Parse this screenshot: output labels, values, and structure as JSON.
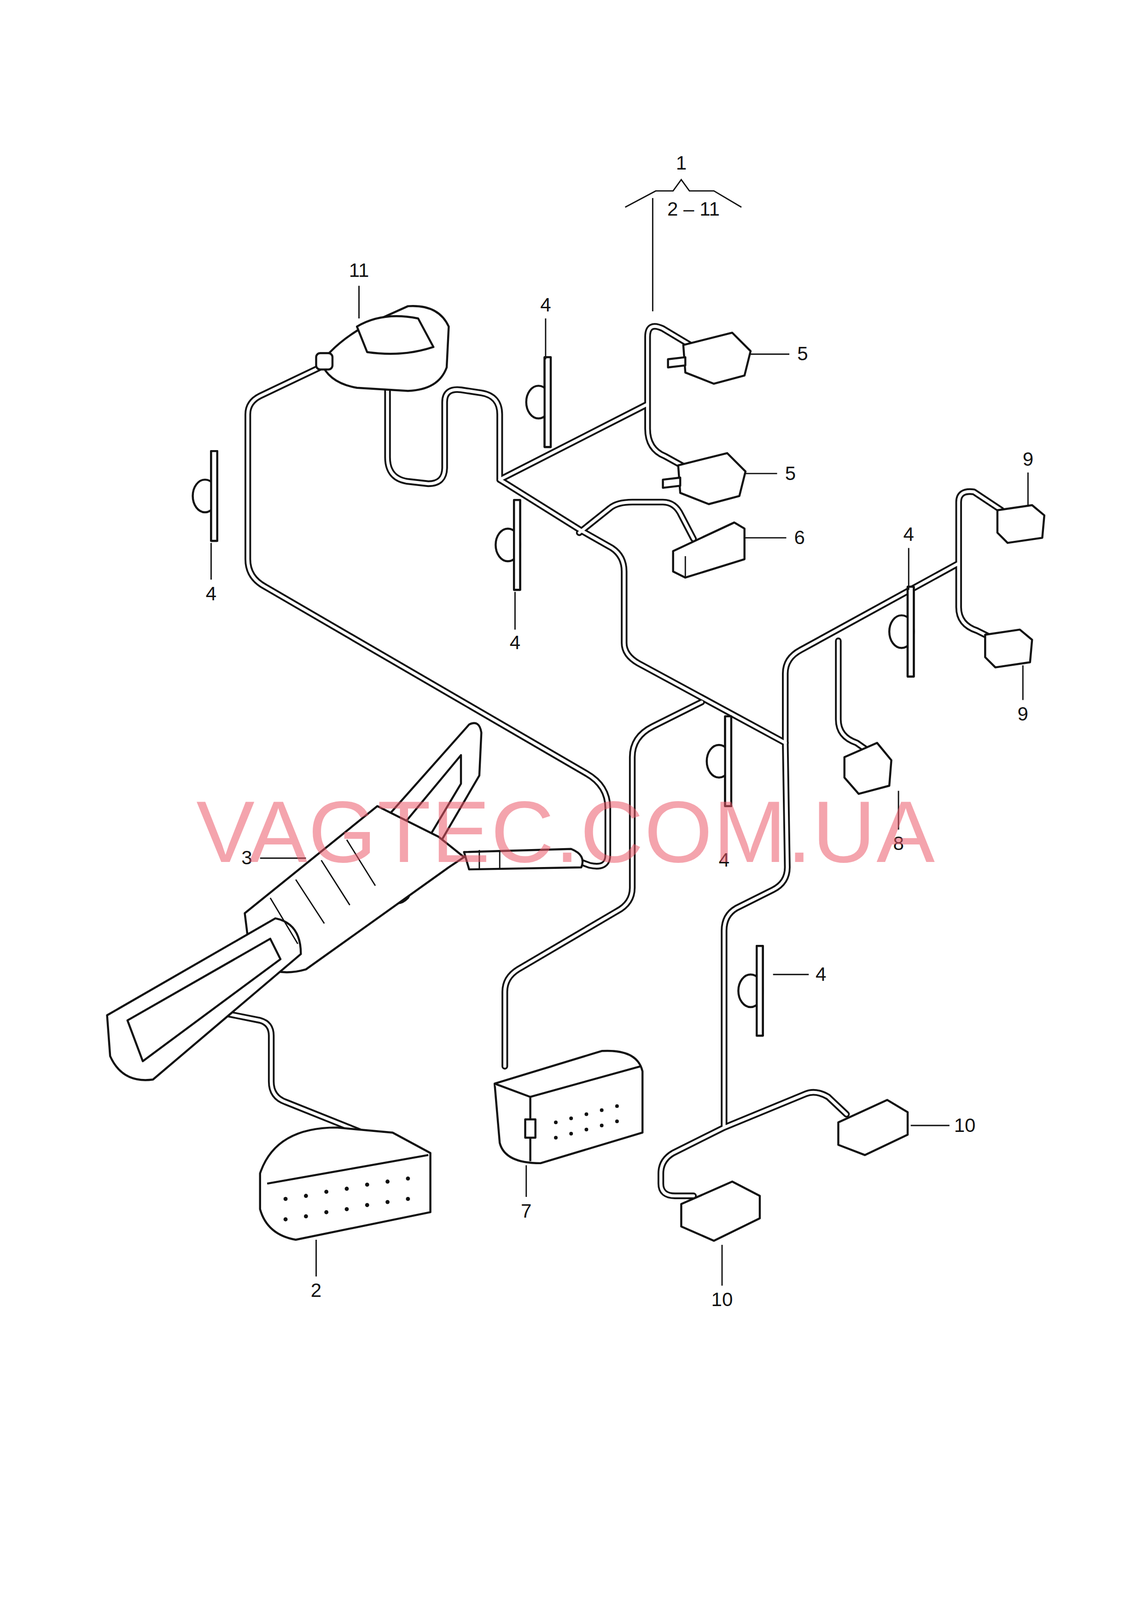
{
  "diagram": {
    "labels": [
      "1",
      "2 – 11",
      "11",
      "4",
      "5",
      "5",
      "9",
      "6",
      "4",
      "4",
      "4",
      "9",
      "VAGTEC.COM.UA",
      "3",
      "8",
      "4",
      "4",
      "10",
      "7",
      "2",
      "10"
    ]
  }
}
